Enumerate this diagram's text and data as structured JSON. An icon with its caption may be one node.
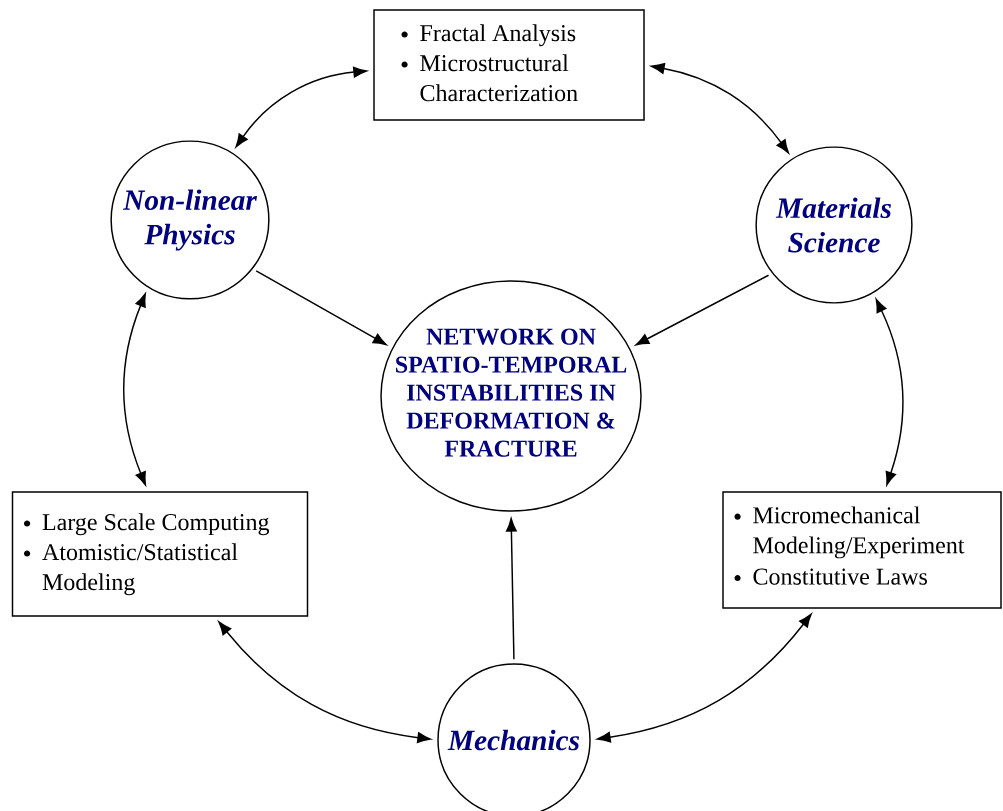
{
  "diagram": {
    "nodes": [
      {
        "text": [
          "Fractal Analysis",
          "Microstructural Characterization"
        ]
      },
      {
        "text": [
          "Non-linear Physics"
        ]
      },
      {
        "text": [
          "Materials Science"
        ]
      },
      {
        "text": [
          "NETWORK ON SPATIO-TEMPORAL INSTABILITIES IN DEFORMATION & FRACTURE"
        ]
      },
      {
        "text": [
          "Large Scale Computing",
          "Atomistic/Statistical Modeling"
        ]
      },
      {
        "text": [
          "Micromechanical Modeling/Experiment",
          "Constitutive Laws"
        ]
      },
      {
        "text": [
          "Mechanics"
        ]
      }
    ],
    "edges": [
      {
        "from": 0,
        "to": 1,
        "arrow": "both"
      },
      {
        "from": 0,
        "to": 2,
        "arrow": "both"
      },
      {
        "from": 1,
        "to": 3,
        "arrow": "to"
      },
      {
        "from": 2,
        "to": 3,
        "arrow": "to"
      },
      {
        "from": 1,
        "to": 4,
        "arrow": "both"
      },
      {
        "from": 2,
        "to": 5,
        "arrow": "both"
      },
      {
        "from": 6,
        "to": 3,
        "arrow": "to"
      },
      {
        "from": 4,
        "to": 6,
        "arrow": "both"
      },
      {
        "from": 5,
        "to": 6,
        "arrow": "both"
      }
    ]
  }
}
